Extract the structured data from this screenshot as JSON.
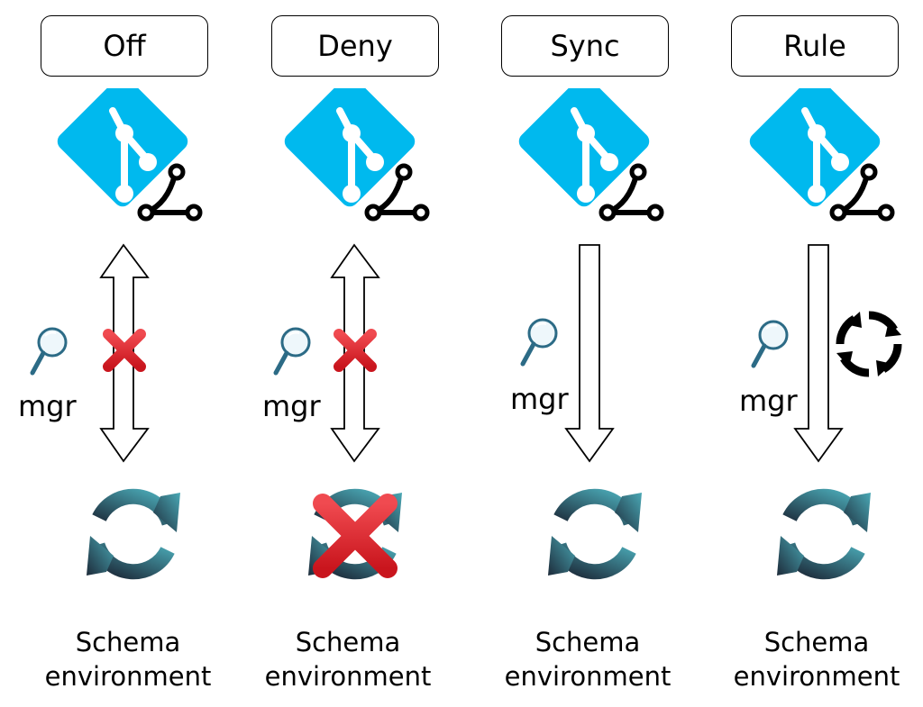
{
  "columns": [
    {
      "mode": "Off",
      "mgr": "mgr",
      "schema": "Schema",
      "environment": "environment",
      "arrow": "bidirectional",
      "blocked_arrow": true,
      "blocked_env": false,
      "rotate": false
    },
    {
      "mode": "Deny",
      "mgr": "mgr",
      "schema": "Schema",
      "environment": "environment",
      "arrow": "bidirectional",
      "blocked_arrow": true,
      "blocked_env": true,
      "rotate": false
    },
    {
      "mode": "Sync",
      "mgr": "mgr",
      "schema": "Schema",
      "environment": "environment",
      "arrow": "down",
      "blocked_arrow": false,
      "blocked_env": false,
      "rotate": false
    },
    {
      "mode": "Rule",
      "mgr": "mgr",
      "schema": "Schema",
      "environment": "environment",
      "arrow": "down",
      "blocked_arrow": false,
      "blocked_env": false,
      "rotate": true
    }
  ],
  "colors": {
    "git": "#00b9ee",
    "sync_start": "#1d2b3a",
    "sync_end": "#4aa8b5",
    "cross": "#e0262d",
    "magnifier": "#3b8fb0"
  },
  "icons": {
    "repository": "git-icon",
    "branch": "branch-icon",
    "search": "magnifier-icon",
    "environment": "sync-icon",
    "blocked": "cross-icon",
    "rule": "rotate-icon"
  }
}
